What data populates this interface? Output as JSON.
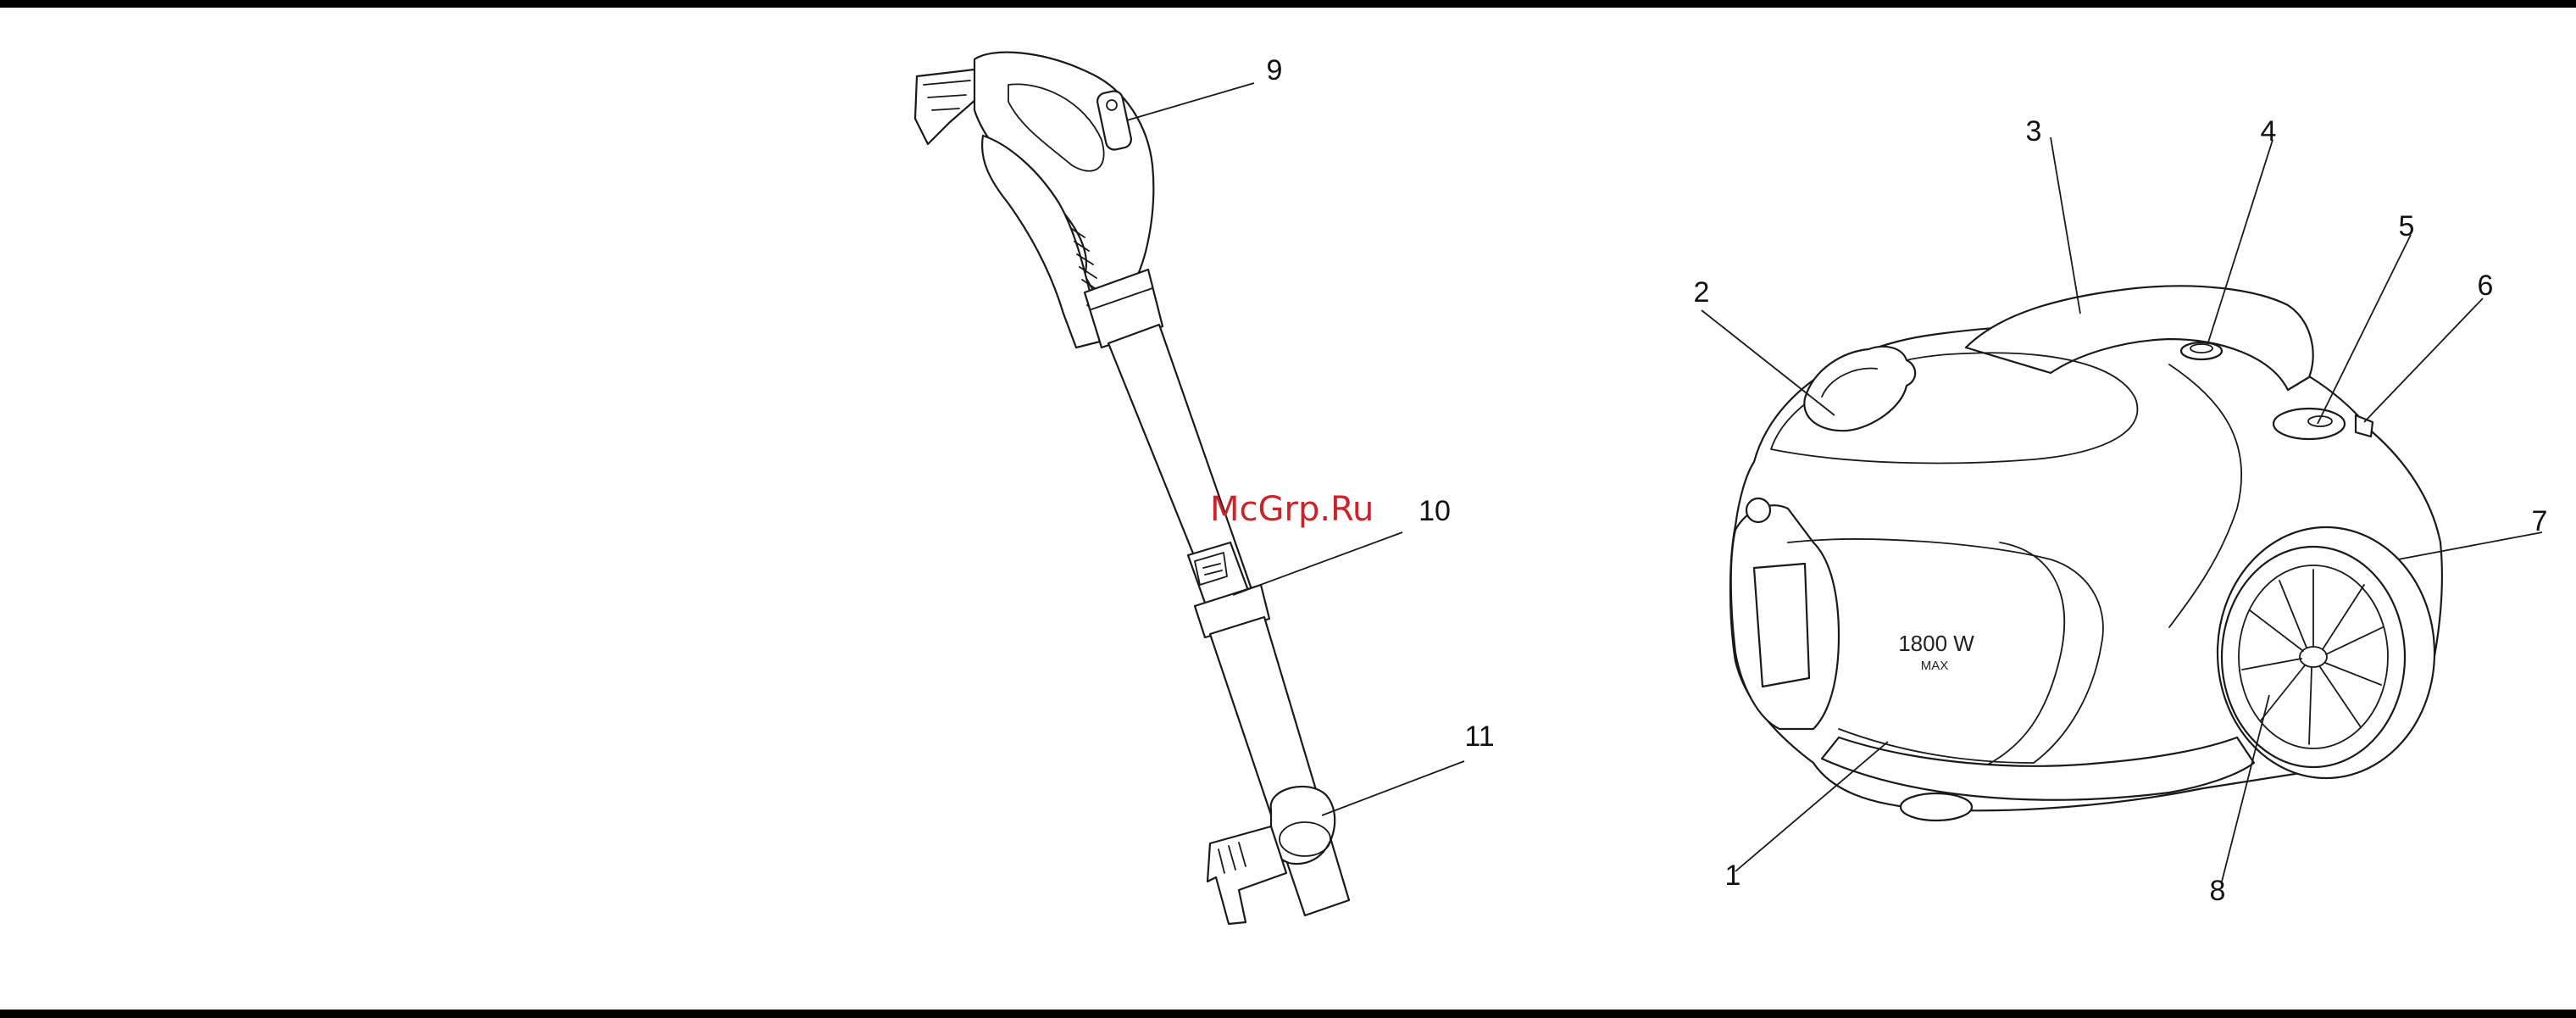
{
  "callouts": {
    "c1": "1",
    "c2": "2",
    "c3": "3",
    "c4": "4",
    "c5": "5",
    "c6": "6",
    "c7": "7",
    "c8": "8",
    "c9": "9",
    "c10": "10",
    "c11": "11"
  },
  "rating": {
    "power": "1800 W",
    "suffix": "MAX"
  },
  "watermark": "McGrp.Ru",
  "colors": {
    "border_bar": "#000000",
    "watermark": "#c9242b",
    "line": "#1a1a1a"
  }
}
